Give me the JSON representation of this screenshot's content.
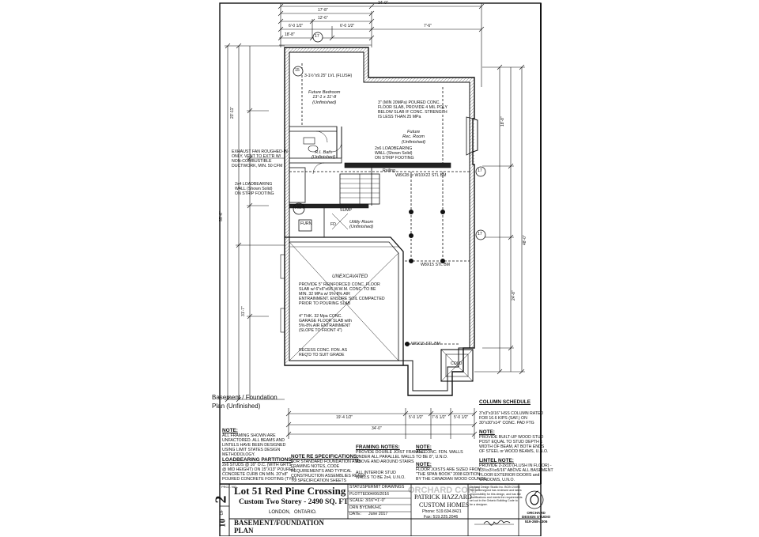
{
  "plan": {
    "label": "Basement / Foundation Plan (Unfinished)",
    "rooms": {
      "bedroom": "Future Bedroom\n13'-1 x 11'-8\n(Unfinished)",
      "rec_room": "Future\nRec. Room\n(Unfinished)",
      "bath": "R.I. Bath\n(Unfinished)",
      "utility": "Utility Room\n(Unfinished)",
      "unexcavated": "UNEXCAVATED",
      "cold": "COLD"
    },
    "callouts": {
      "lvl_beam": "3-1½\"x9.25\" LVL (FLUSH)",
      "floor_slab": "3\" (MIN 20MPa) POURED CONC.\nFLOOR SLAB, PROVIDE 4 MIL POLY\nBELOW SLAB IF CONC. STRENGTH\nIS LESS THAN 25 MPa",
      "loadbearing_wall_a": "2x6 LOADBEARING\nWALL (Shown Solid)\nON STRIP FOOTING",
      "exhaust_fan": "EXHAUST FAN ROUGHED-IN\nONLY, VENT TO EXT'R W/\nNON-COMBUSTIBLE\nDUCTWORK, MIN. 50 CFM",
      "loadbearing_wall_b": "2x4 LOADBEARING\nWALL (Shown Solid)\nON STRIP FOOTING",
      "garage_slab": "PROVIDE 5\" REINFORCED CONC. FLOOR\nSLAB w/ 6\"x6\"x6/6 W.W.M. CONC. TO BE\nMIN. 32 MPa w/ 5%-8% AIR\nENTRAINMENT. ENSURE SOIL COMPACTED\nPRIOR TO POURING SLAB",
      "garage_floor": "4\" THK. 32 Mpa CONC.\nGARAGE FLOOR SLAB with\n5%-8% AIR ENTRAINMENT\n(SLOPE TO FRONT 4\")",
      "recess": "RECESS CONC. FDN. AS\nREQ'D TO SUIT GRADE",
      "beam_top": "W8X28 or W10X22 STL BM",
      "beam_mid": "W8X15 STL BM",
      "beam_low": "W6X15 STL BM",
      "furnace": "FURN",
      "hwt": "HWT",
      "fd": "FD",
      "sump": "SUMP",
      "railing": "Railing"
    },
    "section_markers": [
      "15",
      "17",
      "17",
      "17"
    ],
    "dimensions": {
      "top_overall": "34'-0\"",
      "top_a": "17'-8\"",
      "top_b": "12'-6\"",
      "top_c": "6'-0 1/2\"",
      "top_d": "6'-0 1/2\"",
      "top_e": "7'-6\"",
      "top_f": "18'-8\"",
      "bottom_a": "19'-4 1/2\"",
      "bottom_b": "5'-0 1/2\"",
      "bottom_c": "7'-5 1/2\"",
      "bottom_d": "5'-0 1/2\"",
      "bottom_overall": "34'-0\"",
      "left_overall": "55'-6\"",
      "left_a": "23'-11\"",
      "left_b": "31'-7\"",
      "right_overall": "48'-0\"",
      "right_a": "18'-8\"",
      "right_b": "24'-8\""
    }
  },
  "notes": {
    "general_title": "NOTE:",
    "general_body": "ALL FRAMING SHOWN ARE\nUNFACTORED. ALL BEAMS AND\nLINTELS HAVE BEEN DESIGNED\nUSING LIMIT STATES DESIGN\nMETHODOLOGY.",
    "lb_title": "LOADBEARING PARTITIONS:",
    "lb_body": "2x6 STUDS @ 16\" O.C. (WITH GRTS\n@ MID HEIGHT) ON 15\"X13\" POURED\nCONCRETE CURB ON MIN. 20\"x8\"\nPOURED CONCRETE FOOTING (TYP.)",
    "spec_title": "NOTE RE SPECIFICATIONS:",
    "spec_body": "FOR STANDARD FOUNDATION AND\nFRAMING NOTES, CODE\nREQUIREMENTS AND TYPICAL\nCONSTRUCTION ASSEMBLIES REFER\nTO SPECIFICATION SHEETS",
    "framing_title": "FRAMING NOTES:",
    "framing_body": "PROVIDE DOUBLE JOIST FRAMING\nUNDER ALL PARALLEL WALLS\nABOVE AND AROUND STAIRS",
    "studs_body": "ALL INTERIOR STUD\nWALLS TO BE 2x4, U.N.O.",
    "note2_title": "NOTE:",
    "note2_body": "ALL CONC. FDN. WALLS\nTO BE 8\", U.N.O.",
    "note3_title": "NOTE:",
    "note3_body": "FLOOR JOISTS ARE SIZED FROM\n\"THE SPAN BOOK\" 2008 EDITION\nBY THE CANADIAN WOOD COUNCIL",
    "column_title": "COLUMN SCHEDULE",
    "column_body": "3\"x3\"x3/16\" HSS COLUMN RATED\nFOR 16.6 KIPS (SAF.) ON\n30\"x30\"x14\" CONC. PAD FTG",
    "post_title": "NOTE:",
    "post_body": "PROVIDE BUILT-UP WOOD STUD\nPOST EQUAL TO STUD DEPTH x\nWIDTH OF BEAM, AT BOTH ENDS\nOF STEEL or WOOD BEAMS, U.N.O.",
    "lintel_title": "LINTEL NOTE:",
    "lintel_body": "PROVIDE 2-2x10 (FLUSH IN FLOOR) -\nL3½x3½x5/16\" ABOVE ALL BASEMENT\nFLOOR EXTERIOR DOORS and\nWINDOWS, U.N.O."
  },
  "title_block": {
    "proj_no_label": "PROJ. NO.",
    "sheet_no": "2",
    "sheet_of": "OF",
    "sheet_total": "10",
    "lot": "Lot 51 Red Pine Crossing",
    "subtitle": "Custom Two Storey - 2490 SQ. FT",
    "city": "LONDON,",
    "province": "ONTARIO.",
    "status_label": "STATUS:",
    "status_value": "PERMIT DRAWINGS",
    "plotted_label": "PLOTTED:",
    "plotted_value": "04/06/2016",
    "scale_label": "SCALE:",
    "scale_value": "3/16\"=1'-0\"",
    "drawn_label": "DRN BY:",
    "drawn_value": "DMK/HC",
    "date_label": "DATE:",
    "date_value": "June 2017",
    "drawing_title": "BASEMENT/FOUNDATION\nPLAN",
    "builder_1": "PATRICK HAZZARD",
    "builder_2": "CUSTOM HOMES",
    "builder_phone": "Phone: 519.694.8421",
    "builder_fax": "Fax: 519.225.2046",
    "designer_text": "Orchard Design Studio Inc. BCIN 24495\nThe undersigned has reviewed and takes\nresponsibility for this design, and has the\nqualifications and meets the requirements\nset out in the Ontario Building Code to\nbe a designer.",
    "designer_logo": "ORCHARD\nDESIGN STUDIO\n519-268-4306",
    "watermark": "ORCHARD CORP"
  },
  "colors": {
    "ink": "#111111",
    "paper": "#ffffff",
    "hatch": "#555555"
  }
}
